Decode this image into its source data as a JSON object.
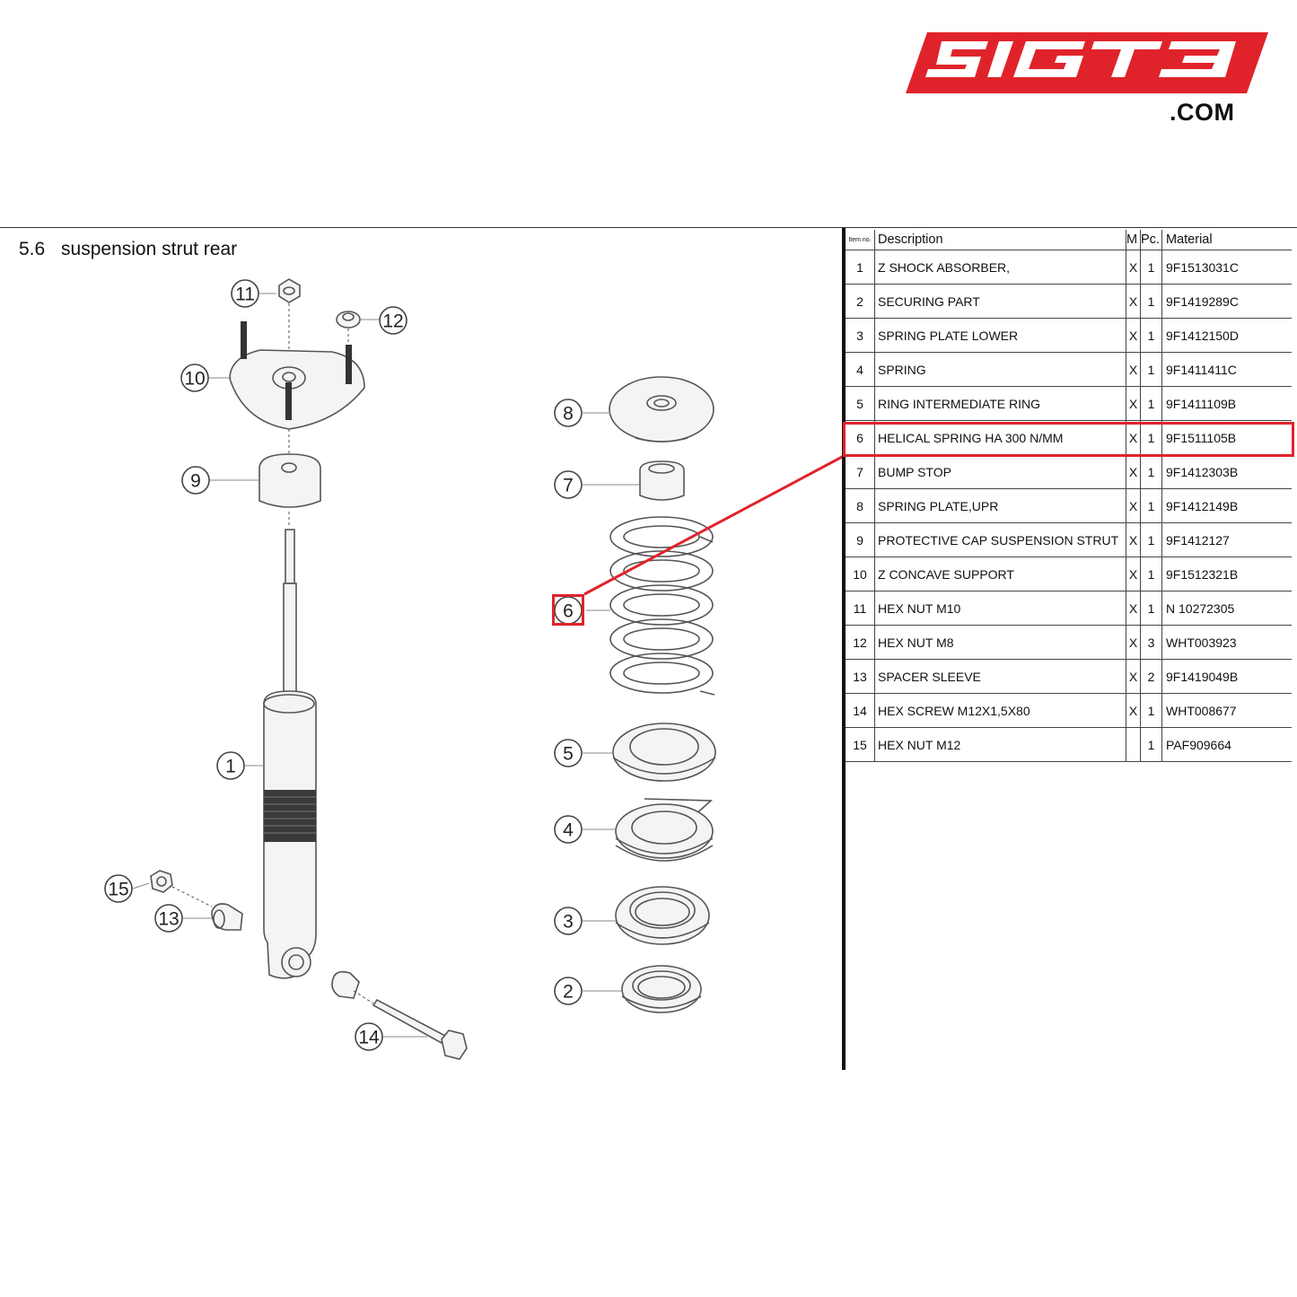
{
  "brand": {
    "logo_text": "SIGT3",
    "domain_suffix": ".COM",
    "logo_color": "#e0232b"
  },
  "section": {
    "number": "5.6",
    "title": "suspension strut rear"
  },
  "callouts": [
    "1",
    "2",
    "3",
    "4",
    "5",
    "6",
    "7",
    "8",
    "9",
    "10",
    "11",
    "12",
    "13",
    "14",
    "15"
  ],
  "highlight": {
    "item": "6",
    "color": "#e0232b"
  },
  "table": {
    "headers": {
      "item": "Item no.",
      "description": "Description",
      "m": "M",
      "pc": "Pc.",
      "material": "Material"
    },
    "rows": [
      {
        "item": "1",
        "description": "Z SHOCK ABSORBER,",
        "m": "X",
        "pc": "1",
        "material": "9F1513031C"
      },
      {
        "item": "2",
        "description": "SECURING PART",
        "m": "X",
        "pc": "1",
        "material": "9F1419289C"
      },
      {
        "item": "3",
        "description": "SPRING PLATE LOWER",
        "m": "X",
        "pc": "1",
        "material": "9F1412150D"
      },
      {
        "item": "4",
        "description": "SPRING",
        "m": "X",
        "pc": "1",
        "material": "9F1411411C"
      },
      {
        "item": "5",
        "description": "RING INTERMEDIATE RING",
        "m": "X",
        "pc": "1",
        "material": "9F1411109B"
      },
      {
        "item": "6",
        "description": "HELICAL SPRING HA 300 N/MM",
        "m": "X",
        "pc": "1",
        "material": "9F1511105B"
      },
      {
        "item": "7",
        "description": "BUMP STOP",
        "m": "X",
        "pc": "1",
        "material": "9F1412303B"
      },
      {
        "item": "8",
        "description": "SPRING PLATE,UPR",
        "m": "X",
        "pc": "1",
        "material": "9F1412149B"
      },
      {
        "item": "9",
        "description": "PROTECTIVE CAP SUSPENSION STRUT",
        "m": "X",
        "pc": "1",
        "material": "9F1412127"
      },
      {
        "item": "10",
        "description": "Z CONCAVE SUPPORT",
        "m": "X",
        "pc": "1",
        "material": "9F1512321B"
      },
      {
        "item": "11",
        "description": "HEX NUT M10",
        "m": "X",
        "pc": "1",
        "material": "N 10272305"
      },
      {
        "item": "12",
        "description": "HEX NUT M8",
        "m": "X",
        "pc": "3",
        "material": "WHT003923"
      },
      {
        "item": "13",
        "description": "SPACER SLEEVE",
        "m": "X",
        "pc": "2",
        "material": "9F1419049B"
      },
      {
        "item": "14",
        "description": "HEX SCREW M12X1,5X80",
        "m": "X",
        "pc": "1",
        "material": "WHT008677"
      },
      {
        "item": "15",
        "description": "HEX NUT M12",
        "m": "",
        "pc": "1",
        "material": "PAF909664"
      }
    ]
  }
}
